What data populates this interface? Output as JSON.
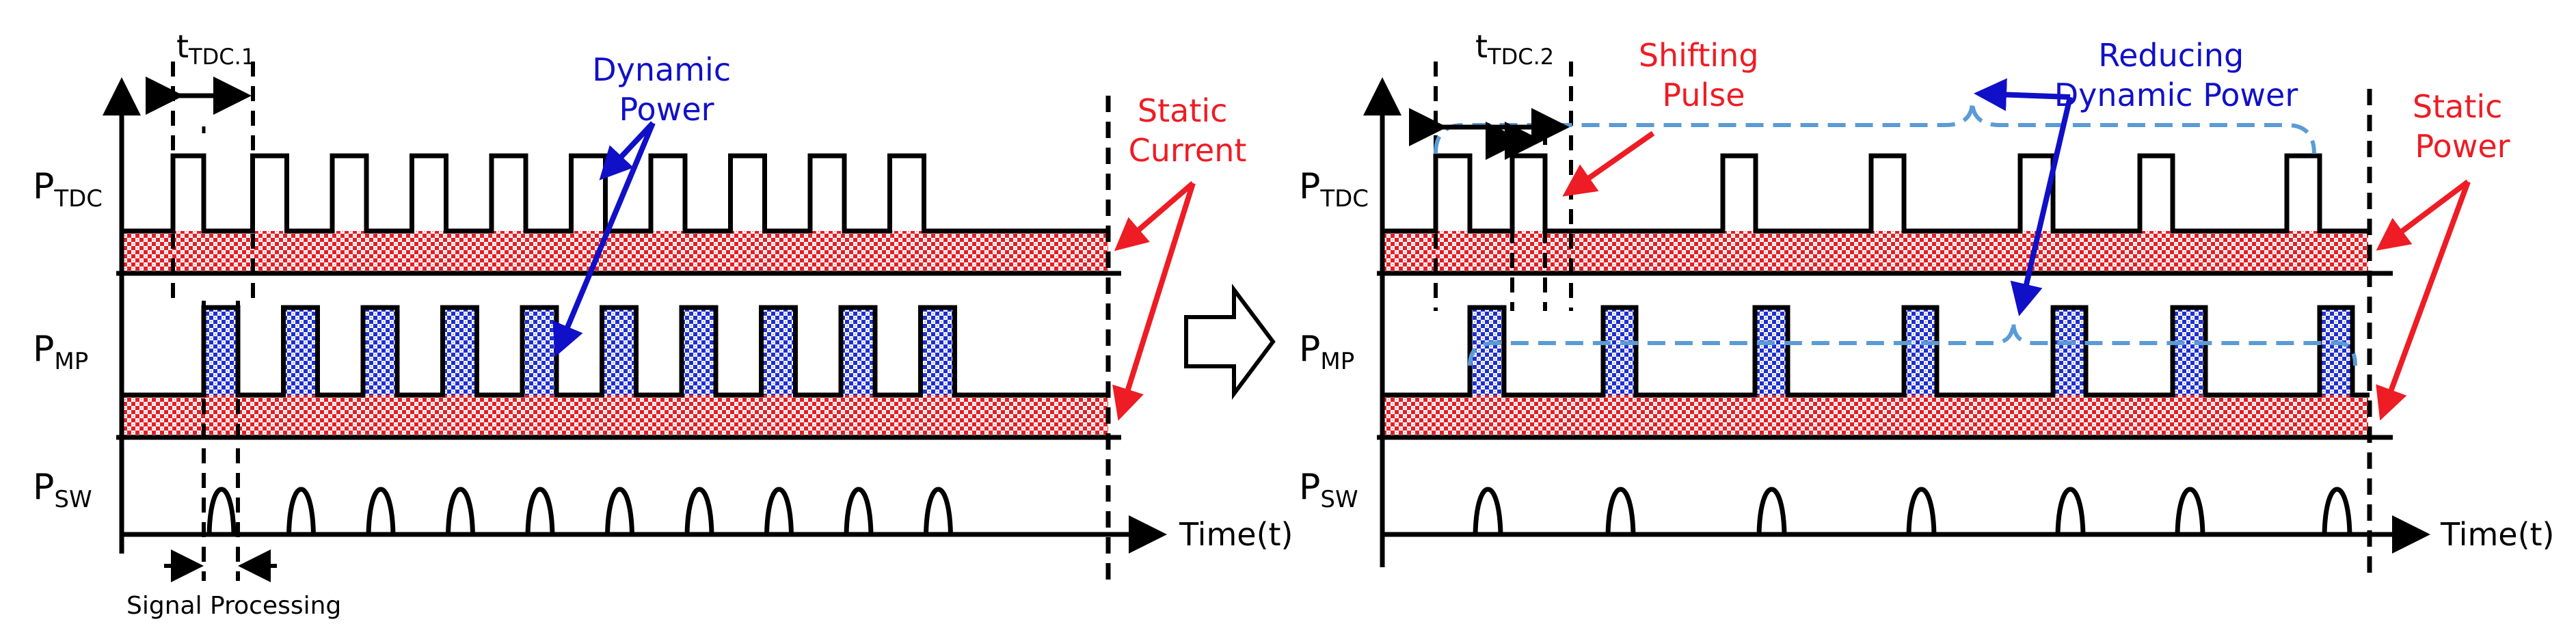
{
  "colors": {
    "line": "#000000",
    "static_fill": "#e41f26",
    "dynamic_fill": "#1f2fd0",
    "annotation_red": "#ee1c24",
    "annotation_blue": "#1010c8",
    "bracket": "#5b9bd5"
  },
  "icons": {
    "transition_arrow": "outlined-right-arrow-icon"
  },
  "left": {
    "row_labels": {
      "tdc": {
        "main": "P",
        "sub": "TDC"
      },
      "mp": {
        "main": "P",
        "sub": "MP"
      },
      "sw": {
        "main": "P",
        "sub": "SW"
      }
    },
    "t_label": {
      "main": "t",
      "sub": "TDC.1"
    },
    "dynamic_power": [
      "Dynamic",
      "Power"
    ],
    "static_current": [
      "Static",
      "Current"
    ],
    "signal_processing": "Signal Processing",
    "time_label": "Time(t)",
    "pulse_count": 10
  },
  "right": {
    "row_labels": {
      "tdc": {
        "main": "P",
        "sub": "TDC"
      },
      "mp": {
        "main": "P",
        "sub": "MP"
      },
      "sw": {
        "main": "P",
        "sub": "SW"
      }
    },
    "t_label": {
      "main": "t",
      "sub": "TDC.2"
    },
    "shifting_pulse": [
      "Shifting",
      "Pulse"
    ],
    "reducing_dynamic_power": [
      "Reducing",
      "Dynamic Power"
    ],
    "static_power": [
      "Static",
      "Power"
    ],
    "time_label": "Time(t)",
    "pulse_count": 7
  }
}
